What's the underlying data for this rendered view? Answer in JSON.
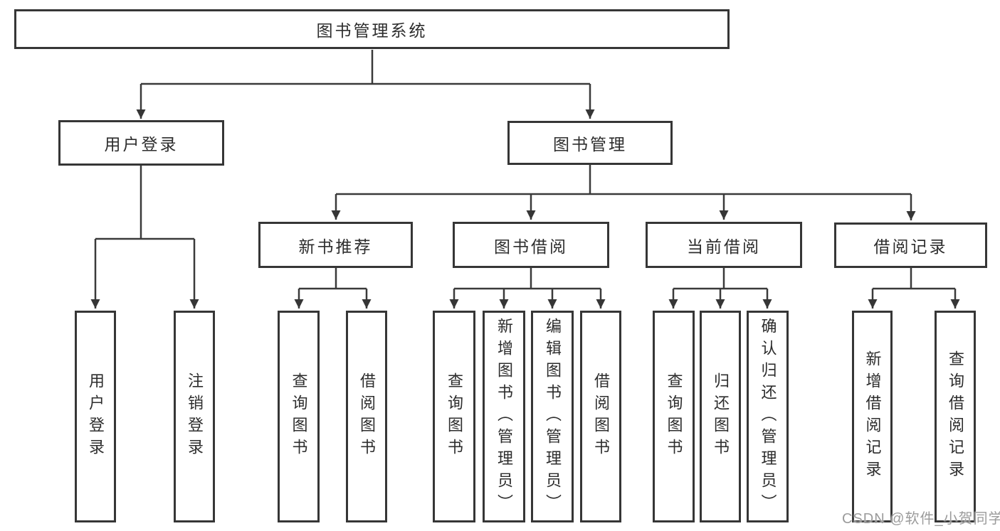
{
  "diagram": {
    "title": "图书管理系统",
    "branches": {
      "user_login": {
        "label": "用户登录",
        "children": {
          "login": "用户登录",
          "logout": "注销登录"
        }
      },
      "book_management": {
        "label": "图书管理",
        "children": {
          "new_book_recommendation": {
            "label": "新书推荐",
            "children": {
              "query_books": "查询图书",
              "borrow_books": "借阅图书"
            }
          },
          "book_borrowing": {
            "label": "图书借阅",
            "children": {
              "query_books": "查询图书",
              "add_books": "新增图书（管理员）",
              "edit_books": "编辑图书（管理员）",
              "borrow_books": "借阅图书"
            }
          },
          "current_borrowing": {
            "label": "当前借阅",
            "children": {
              "query_books": "查询图书",
              "return_books": "归还图书",
              "confirm_return": "确认归还（管理员）"
            }
          },
          "borrowing_records": {
            "label": "借阅记录",
            "children": {
              "add_record": "新增借阅记录",
              "query_record": "查询借阅记录"
            }
          }
        }
      }
    }
  },
  "watermark": {
    "text": "CSDN @软件_小贺同学"
  },
  "colors": {
    "line": "#3a3a3a",
    "border": "#363636",
    "text": "#2d2d2d",
    "background": "#ffffff",
    "watermark": "#9b9b9b"
  }
}
